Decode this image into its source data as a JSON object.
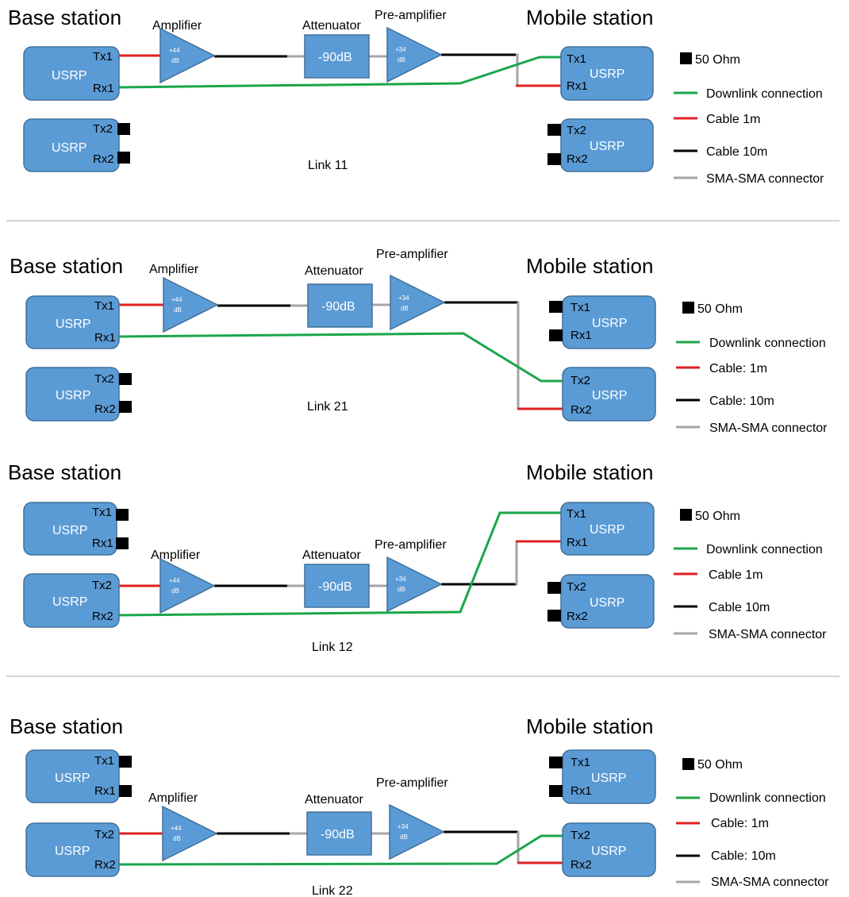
{
  "colors": {
    "downlink": "#1aa64a",
    "cable_short": "#e02020",
    "cable_long": "#000000",
    "sma": "#a6a6a6",
    "device_fill": "#5b9bd5",
    "terminator": "#000000"
  },
  "panels": [
    {
      "base_title": "Base station",
      "mobile_title": "Mobile station",
      "link_label": "Link 11",
      "amp_label": "Amplifier",
      "amp_gain_top": "+44",
      "amp_gain_bottom": "dB",
      "att_label": "Attenuator",
      "att_value": "-90dB",
      "pre_label": "Pre-amplifier",
      "pre_gain_top": "+34",
      "pre_gain_bottom": "dB",
      "usrp": "USRP",
      "bs_top_ports": [
        "Tx1",
        "Rx1"
      ],
      "bs_bot_ports": [
        "Tx2",
        "Rx2"
      ],
      "ms_top_ports": [
        "Tx1",
        "Rx1"
      ],
      "ms_bot_ports": [
        "Tx2",
        "Rx2"
      ],
      "legend": {
        "terminator": "50 Ohm",
        "downlink": "Downlink connection",
        "cable_short": "Cable 1m",
        "cable_long": "Cable 10m",
        "sma": "SMA-SMA connector"
      }
    },
    {
      "base_title": "Base station",
      "mobile_title": "Mobile station",
      "link_label": "Link 21",
      "amp_label": "Amplifier",
      "amp_gain_top": "+44",
      "amp_gain_bottom": "dB",
      "att_label": "Attenuator",
      "att_value": "-90dB",
      "pre_label": "Pre-amplifier",
      "pre_gain_top": "+34",
      "pre_gain_bottom": "dB",
      "usrp": "USRP",
      "bs_top_ports": [
        "Tx1",
        "Rx1"
      ],
      "bs_bot_ports": [
        "Tx2",
        "Rx2"
      ],
      "ms_top_ports": [
        "Tx1",
        "Rx1"
      ],
      "ms_bot_ports": [
        "Tx2",
        "Rx2"
      ],
      "legend": {
        "terminator": "50 Ohm",
        "downlink": "Downlink connection",
        "cable_short": "Cable: 1m",
        "cable_long": "Cable: 10m",
        "sma": "SMA-SMA connector"
      }
    },
    {
      "base_title": "Base station",
      "mobile_title": "Mobile station",
      "link_label": "Link 12",
      "amp_label": "Amplifier",
      "amp_gain_top": "+44",
      "amp_gain_bottom": "dB",
      "att_label": "Attenuator",
      "att_value": "-90dB",
      "pre_label": "Pre-amplifier",
      "pre_gain_top": "+34",
      "pre_gain_bottom": "dB",
      "usrp": "USRP",
      "bs_top_ports": [
        "Tx1",
        "Rx1"
      ],
      "bs_bot_ports": [
        "Tx2",
        "Rx2"
      ],
      "ms_top_ports": [
        "Tx1",
        "Rx1"
      ],
      "ms_bot_ports": [
        "Tx2",
        "Rx2"
      ],
      "legend": {
        "terminator": "50 Ohm",
        "downlink": "Downlink connection",
        "cable_short": "Cable 1m",
        "cable_long": "Cable 10m",
        "sma": "SMA-SMA connector"
      }
    },
    {
      "base_title": "Base station",
      "mobile_title": "Mobile station",
      "link_label": "Link 22",
      "amp_label": "Amplifier",
      "amp_gain_top": "+44",
      "amp_gain_bottom": "dB",
      "att_label": "Attenuator",
      "att_value": "-90dB",
      "pre_label": "Pre-amplifier",
      "pre_gain_top": "+34",
      "pre_gain_bottom": "dB",
      "usrp": "USRP",
      "bs_top_ports": [
        "Tx1",
        "Rx1"
      ],
      "bs_bot_ports": [
        "Tx2",
        "Rx2"
      ],
      "ms_top_ports": [
        "Tx1",
        "Rx1"
      ],
      "ms_bot_ports": [
        "Tx2",
        "Rx2"
      ],
      "legend": {
        "terminator": "50 Ohm",
        "downlink": "Downlink connection",
        "cable_short": "Cable: 1m",
        "cable_long": "Cable: 10m",
        "sma": "SMA-SMA connector"
      }
    }
  ]
}
